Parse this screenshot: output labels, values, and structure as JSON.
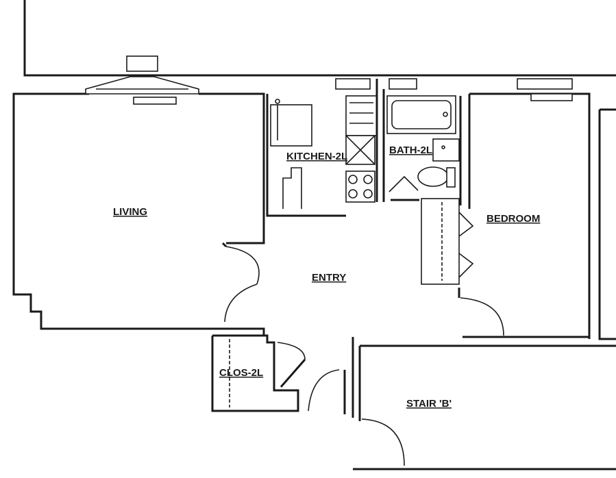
{
  "rooms": {
    "living": "LIVING",
    "kitchen": "KITCHEN-2L",
    "bath": "BATH-2L",
    "bedroom": "BEDROOM",
    "entry": "ENTRY",
    "closet": "CLOS-2L",
    "stair": "STAIR 'B'"
  }
}
